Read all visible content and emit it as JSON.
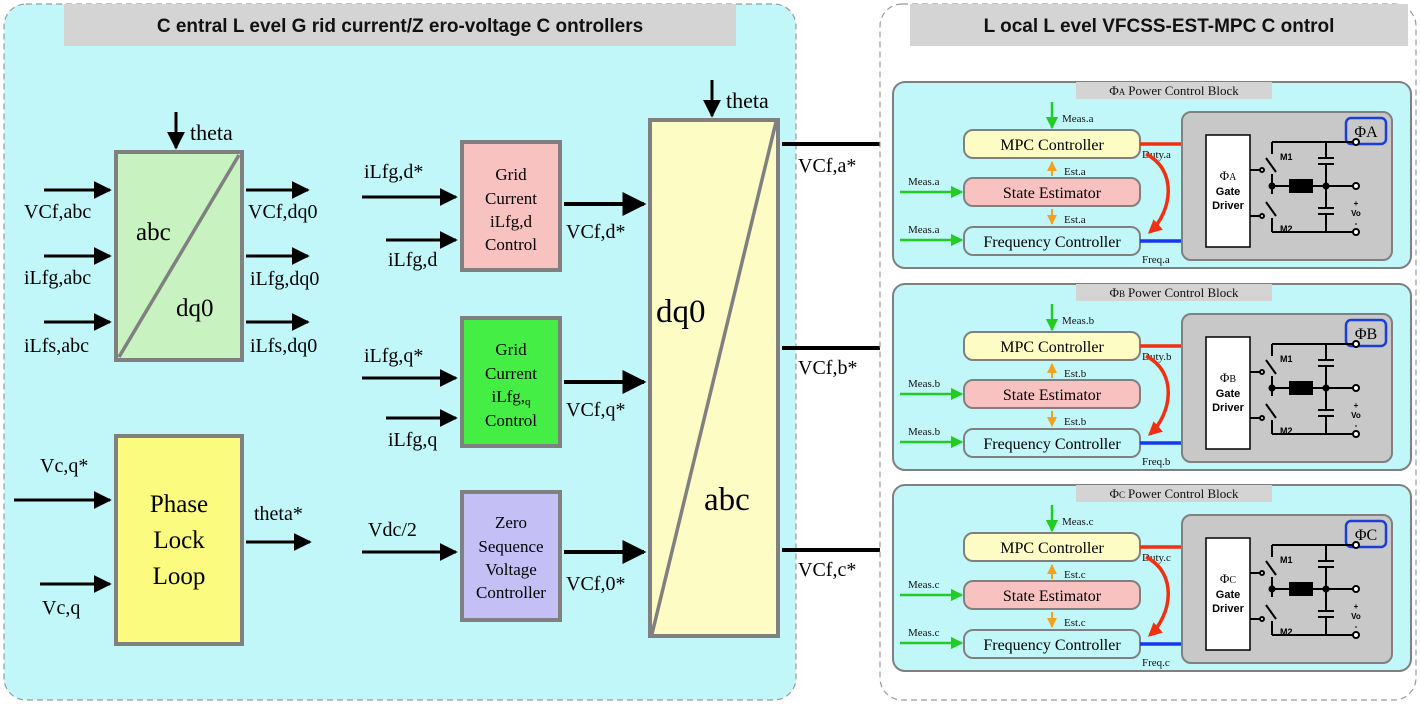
{
  "central": {
    "title": "C entral L evel G rid current/Z ero-voltage C ontrollers",
    "transform": {
      "top_label": "abc",
      "bottom_label": "dq0",
      "theta": "theta",
      "inputs": [
        "VCf,abc",
        "iLfg,abc",
        "iLfs,abc"
      ],
      "outputs": [
        "VCf,dq0",
        "iLfg,dq0",
        "iLfs,dq0"
      ]
    },
    "pll": {
      "lines": [
        "Phase",
        "Lock",
        "Loop"
      ],
      "inputs": [
        "Vc,q*",
        "Vc,q"
      ],
      "output": "theta*"
    },
    "grid_d": {
      "lines": [
        "Grid",
        "Current",
        "iLfg,d",
        "Control"
      ],
      "inputs": [
        "iLfg,d*",
        "iLfg,d"
      ],
      "output": "VCf,d*"
    },
    "grid_q": {
      "lines": [
        "Grid",
        "Current",
        "iLfg,",
        "q",
        "Control"
      ],
      "inputs": [
        "iLfg,q*",
        "iLfg,q"
      ],
      "output": "VCf,q*"
    },
    "zero_seq": {
      "lines": [
        "Zero",
        "Sequence",
        "Voltage",
        "Controller"
      ],
      "input": "Vdc/2",
      "output": "VCf,0*"
    },
    "inverse_transform": {
      "top_label": "dq0",
      "bottom_label": "abc",
      "theta": "theta",
      "outputs": [
        "VCf,a*",
        "VCf,b*",
        "VCf,c*"
      ]
    }
  },
  "local": {
    "title": "L ocal L evel VFCSS-EST-MPC C ontrol",
    "blocks": [
      {
        "phase_letter": "A",
        "block_title": "Power Control Block",
        "badge_letter": "A",
        "meas_top": "Meas.a",
        "meas_mid": "Meas.a",
        "meas_bot": "Meas.a",
        "mpc": "MPC Controller",
        "est": "State Estimator",
        "freq": "Frequency Controller",
        "est_top": "Est.a",
        "est_bot": "Est.a",
        "duty": "Duty.a",
        "freq_out": "Freq.a",
        "gate_letter": "A",
        "gate_line1": "Gate",
        "gate_line2": "Driver",
        "m1": "M1",
        "m2": "M2",
        "vo_plus": "+",
        "vo": "Vo",
        "vo_minus": "-"
      },
      {
        "phase_letter": "B",
        "block_title": "Power Control Block",
        "badge_letter": "B",
        "meas_top": "Meas.b",
        "meas_mid": "Meas.b",
        "meas_bot": "Meas.b",
        "mpc": "MPC Controller",
        "est": "State Estimator",
        "freq": "Frequency Controller",
        "est_top": "Est.b",
        "est_bot": "Est.b",
        "duty": "Duty.b",
        "freq_out": "Freq.b",
        "gate_letter": "B",
        "gate_line1": "Gate",
        "gate_line2": "Driver",
        "m1": "M1",
        "m2": "M2",
        "vo_plus": "+",
        "vo": "Vo",
        "vo_minus": "-"
      },
      {
        "phase_letter": "C",
        "block_title": "Power Control Block",
        "badge_letter": "C",
        "meas_top": "Meas.c",
        "meas_mid": "Meas.c",
        "meas_bot": "Meas.c",
        "mpc": "MPC Controller",
        "est": "State Estimator",
        "freq": "Frequency Controller",
        "est_top": "Est.c",
        "est_bot": "Est.c",
        "duty": "Duty.c",
        "freq_out": "Freq.c",
        "gate_letter": "C",
        "gate_line1": "Gate",
        "gate_line2": "Driver",
        "m1": "M1",
        "m2": "M2",
        "vo_plus": "+",
        "vo": "Vo",
        "vo_minus": "-"
      }
    ]
  },
  "symbols": {
    "phi": "Φ"
  },
  "colors": {
    "panel_bg": "#c2f7fa",
    "title_bar": "#d4d4d4",
    "transform_fill": "#c8f2c0",
    "pll_fill": "#fbfb80",
    "grid_d_fill": "#f8c2c0",
    "grid_q_fill": "#44ee44",
    "zero_fill": "#c4c0f6",
    "inverse_fill": "#fcfcc4",
    "mpc_fill": "#fcfcc4",
    "est_fill": "#f8c2c0",
    "freq_fill": "#c2f7fa",
    "badge_border": "#1a3ed8",
    "meas_arrow": "#22cc22",
    "est_arrow": "#f5a020",
    "duty_arrow": "#f03010",
    "freq_arrow": "#1438f0"
  }
}
